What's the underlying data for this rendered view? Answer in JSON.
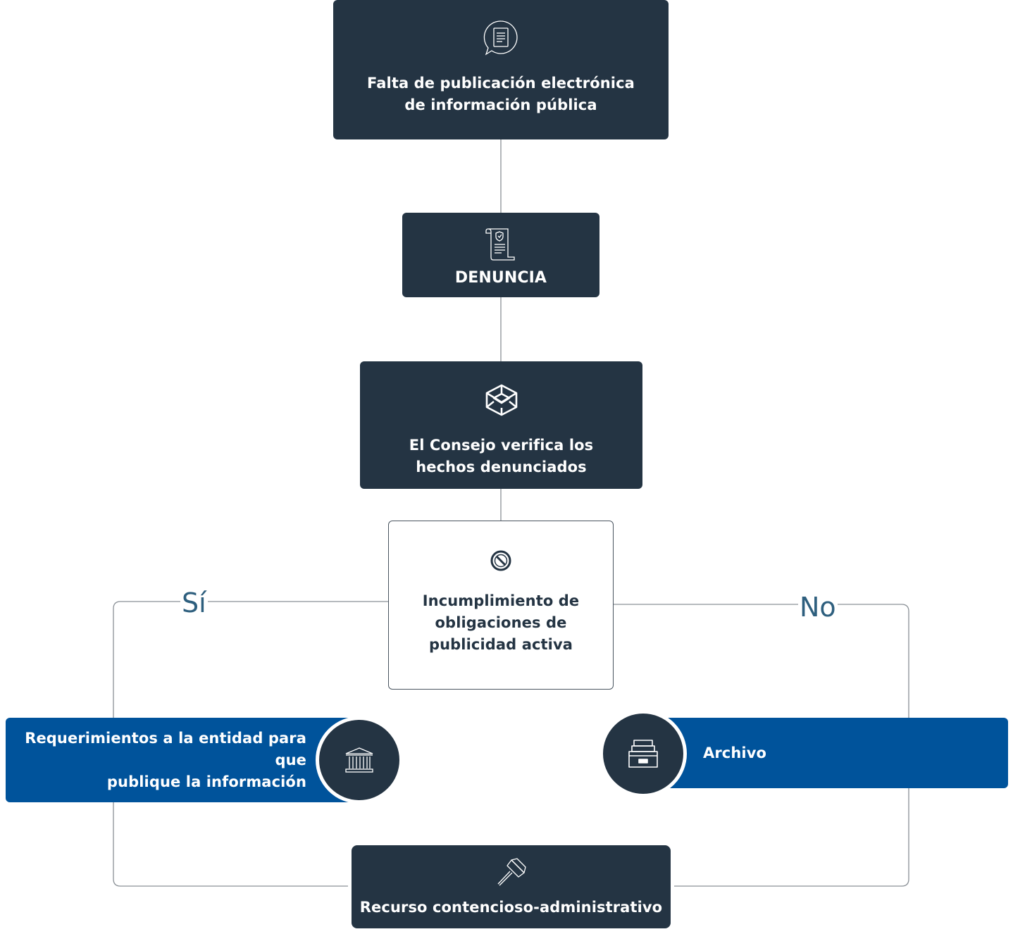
{
  "colors": {
    "dark_box": "#243443",
    "blue_band": "#00539b",
    "connector": "#8a9096",
    "branch_label": "#2e5f7e"
  },
  "nodes": {
    "falta": {
      "icon": "document-chat-icon",
      "line1": "Falta de publicación electrónica",
      "line2": "de información pública"
    },
    "denuncia": {
      "icon": "certificate-scroll-icon",
      "label": "DENUNCIA"
    },
    "consejo": {
      "icon": "verify-cube-icon",
      "line1": "El Consejo verifica los",
      "line2": "hechos denunciados"
    },
    "incumplimiento": {
      "icon": "prohibited-icon",
      "line1": "Incumplimiento de",
      "line2": "obligaciones de",
      "line3": "publicidad activa"
    },
    "requerimientos": {
      "icon": "government-building-icon",
      "line1": "Requerimientos a la entidad para que",
      "line2": "publique la información"
    },
    "archivo": {
      "icon": "archive-drawer-icon",
      "label": "Archivo"
    },
    "recurso": {
      "icon": "gavel-icon",
      "label": "Recurso contencioso-administrativo"
    }
  },
  "branches": {
    "yes": "Sí",
    "no": "No"
  }
}
